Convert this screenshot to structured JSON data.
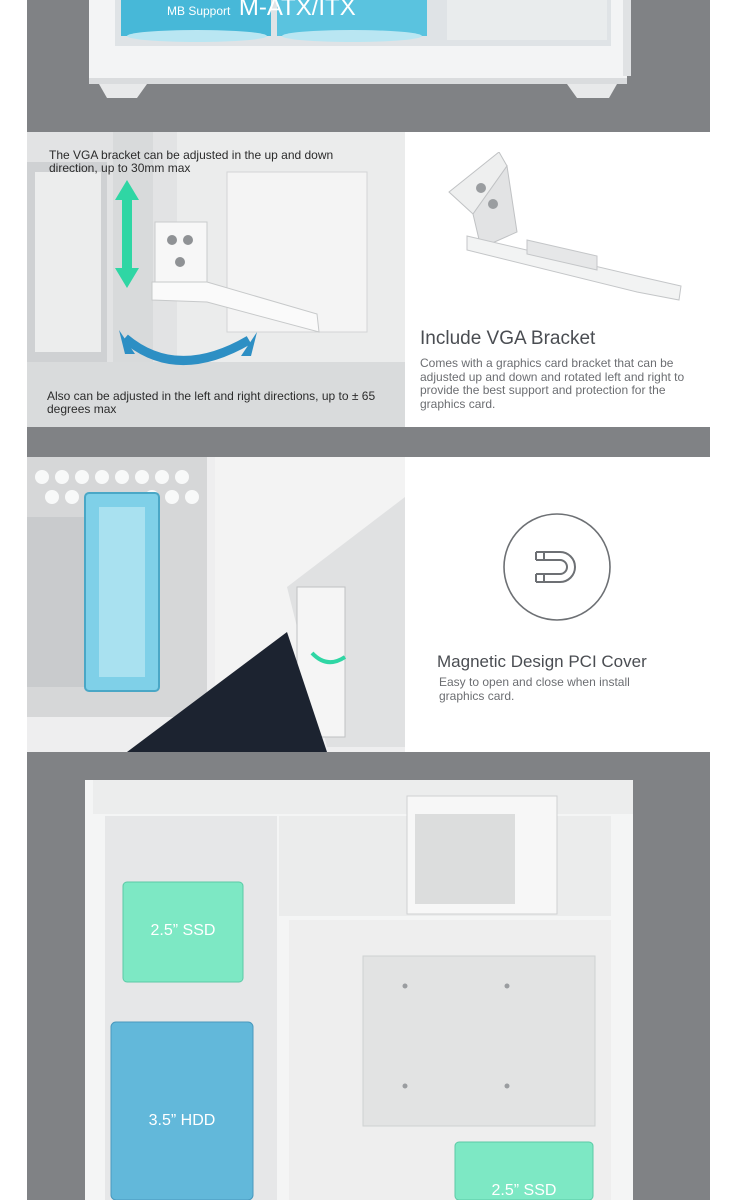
{
  "hero": {
    "mb_support_label": "MB Support",
    "mb_support_value": "M-ATX/ITX"
  },
  "vga_section": {
    "caption_top": "The VGA bracket can be adjusted in the up and down direction, up to 30mm max",
    "caption_bottom": "Also can be adjusted in the left and right directions, up to ± 65 degrees max",
    "title": "Include VGA Bracket",
    "description": "Comes with a graphics card bracket that can be adjusted up and down and rotated left and right to provide the best support and protection for the graphics card."
  },
  "pci_section": {
    "title": "Magnetic Design PCI Cover",
    "description": "Easy to open and close when install graphics card.",
    "icon": "magnet-icon"
  },
  "storage_section": {
    "ssd_label_top": "2.5” SSD",
    "hdd_label": "3.5” HDD",
    "ssd_label_bottom": "2.5” SSD"
  },
  "colors": {
    "background_gray": "#808285",
    "accent_teal": "#2fd6a4",
    "accent_blue": "#2d8fc4",
    "ssd_green": "#7de8c4",
    "hdd_blue": "#62b8da",
    "text_dark": "#4a4d52"
  }
}
